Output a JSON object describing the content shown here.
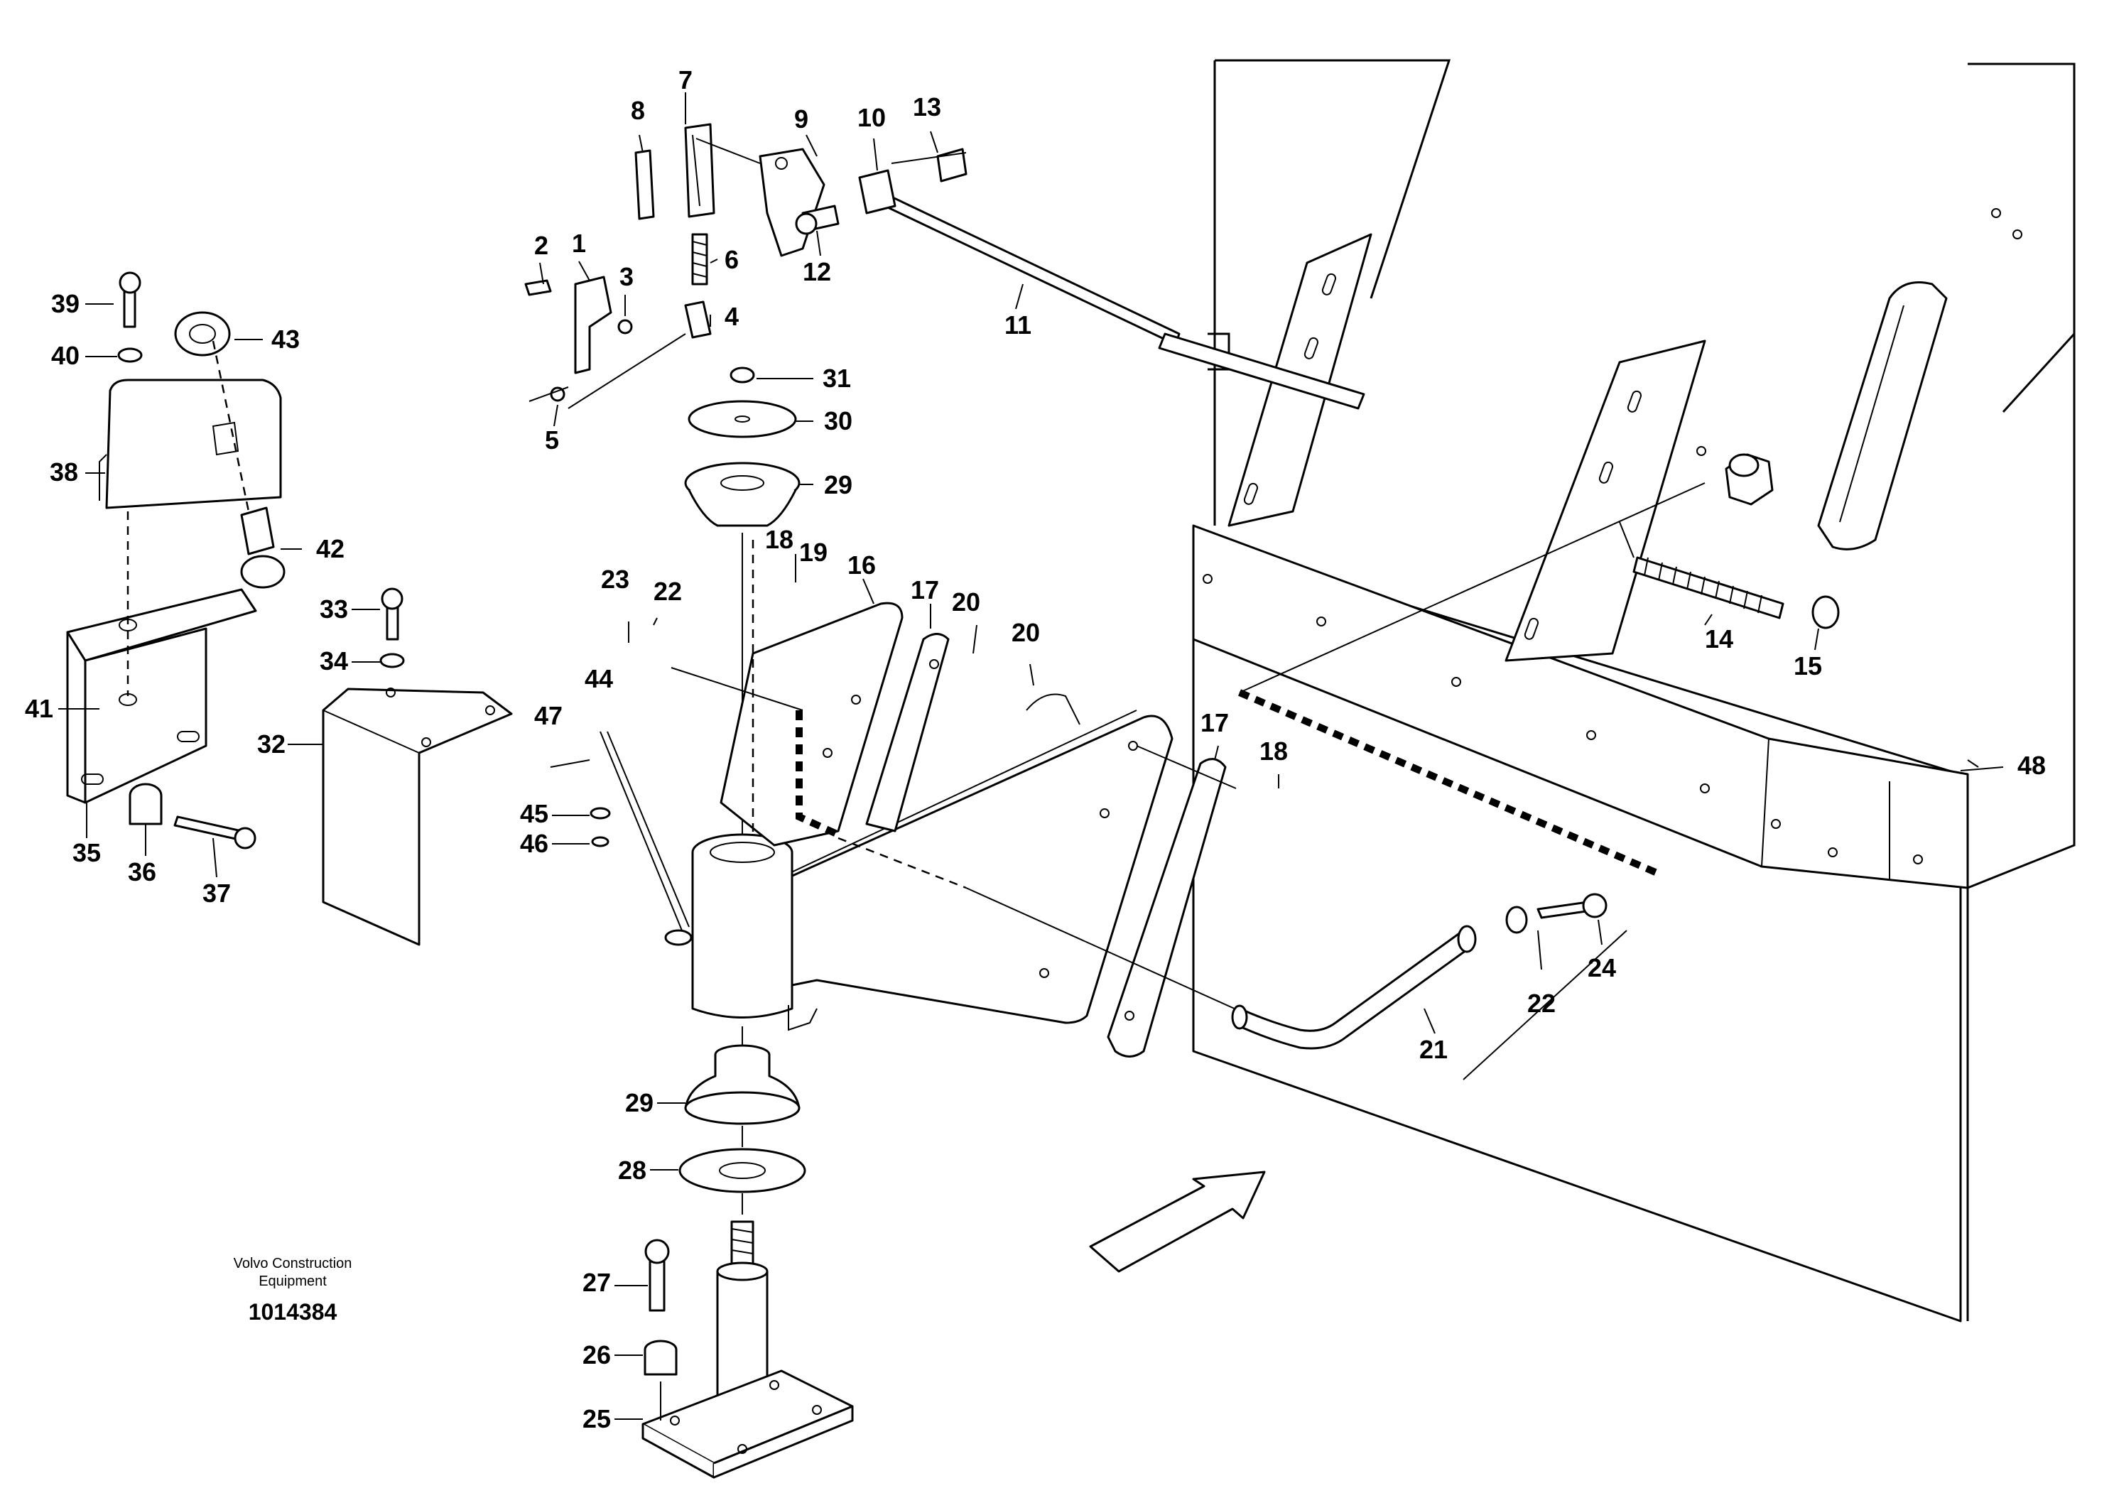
{
  "credit": {
    "line1": "Volvo Construction",
    "line2": "Equipment",
    "doc_number": "1014384"
  },
  "part_labels": [
    "1",
    "2",
    "3",
    "4",
    "5",
    "6",
    "7",
    "8",
    "9",
    "10",
    "11",
    "12",
    "13",
    "14",
    "15",
    "16",
    "17",
    "18",
    "19",
    "20",
    "21",
    "22",
    "23",
    "24",
    "25",
    "26",
    "27",
    "28",
    "29",
    "30",
    "31",
    "32",
    "33",
    "34",
    "35",
    "36",
    "37",
    "38",
    "39",
    "40",
    "41",
    "42",
    "43",
    "44",
    "45",
    "46",
    "47",
    "48"
  ],
  "callouts": {
    "p1": "1",
    "p2": "2",
    "p3": "3",
    "p4": "4",
    "p5": "5",
    "p6": "6",
    "p7": "7",
    "p8": "8",
    "p9": "9",
    "p10": "10",
    "p11": "11",
    "p12": "12",
    "p13": "13",
    "p14": "14",
    "p15": "15",
    "p16": "16",
    "p17a": "17",
    "p17b": "17",
    "p18a": "18",
    "p18b": "18",
    "p19": "19",
    "p20a": "20",
    "p20b": "20",
    "p21": "21",
    "p22a": "22",
    "p22b": "22",
    "p23": "23",
    "p24": "24",
    "p25": "25",
    "p26": "26",
    "p27": "27",
    "p28": "28",
    "p29a": "29",
    "p29b": "29",
    "p30": "30",
    "p31": "31",
    "p32": "32",
    "p33": "33",
    "p34": "34",
    "p35": "35",
    "p36": "36",
    "p37": "37",
    "p38": "38",
    "p39": "39",
    "p40": "40",
    "p41": "41",
    "p42": "42",
    "p43": "43",
    "p44": "44",
    "p45": "45",
    "p46": "46",
    "p47": "47",
    "p48": "48"
  }
}
